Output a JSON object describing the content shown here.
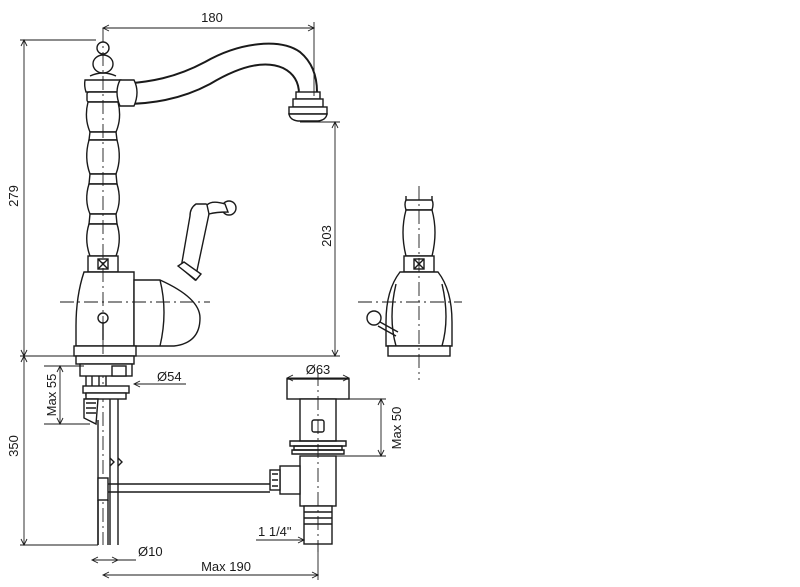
{
  "dimensions": {
    "spout_reach": "180",
    "overall_height": "279",
    "spout_height": "203",
    "base_diameter": "Ø54",
    "max_deck_thickness": "Max 55",
    "below_deck_length": "350",
    "waste_diameter": "Ø63",
    "waste_max_thickness": "Max 50",
    "waste_thread": "1 1/4\"",
    "rod_diameter": "Ø10",
    "max_rod_distance": "Max 190"
  }
}
